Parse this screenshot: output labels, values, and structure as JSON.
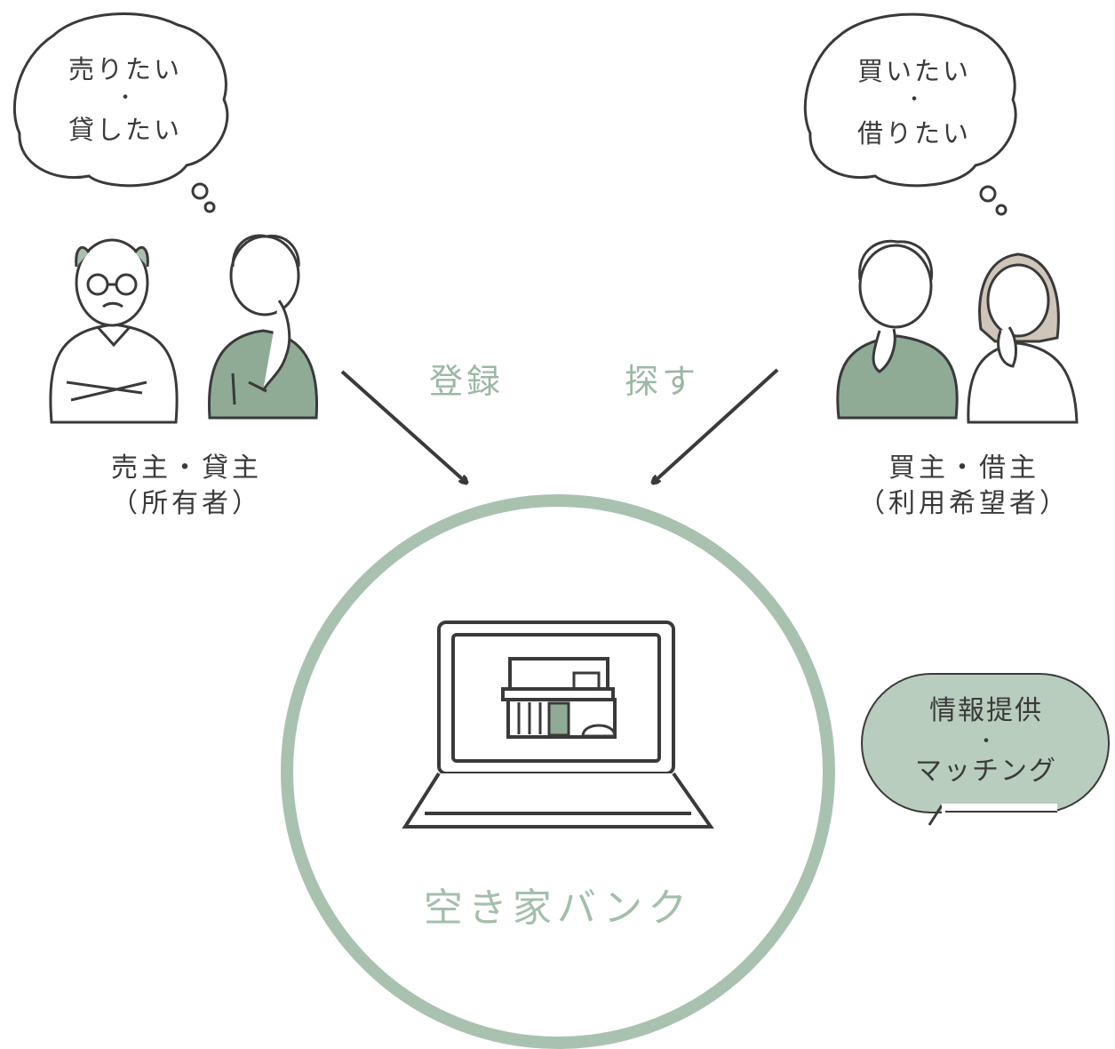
{
  "seller_bubble": {
    "line1": "売りたい",
    "separator": "・",
    "line2": "貸したい"
  },
  "buyer_bubble": {
    "line1": "買いたい",
    "separator": "・",
    "line2": "借りたい"
  },
  "seller_label": {
    "line1": "売主・貸主",
    "line2": "（所有者）"
  },
  "buyer_label": {
    "line1": "買主・借主",
    "line2": "（利用希望者）"
  },
  "actions": {
    "register": "登録",
    "search": "探す"
  },
  "center": {
    "label": "空き家バンク"
  },
  "info_bubble": {
    "line1": "情報提供",
    "separator": "・",
    "line2": "マッチング"
  },
  "colors": {
    "accent_green": "#a9c2b0",
    "label_green": "#9bb8a3",
    "line": "#3a3a3a",
    "fill_green": "#8fab96"
  }
}
